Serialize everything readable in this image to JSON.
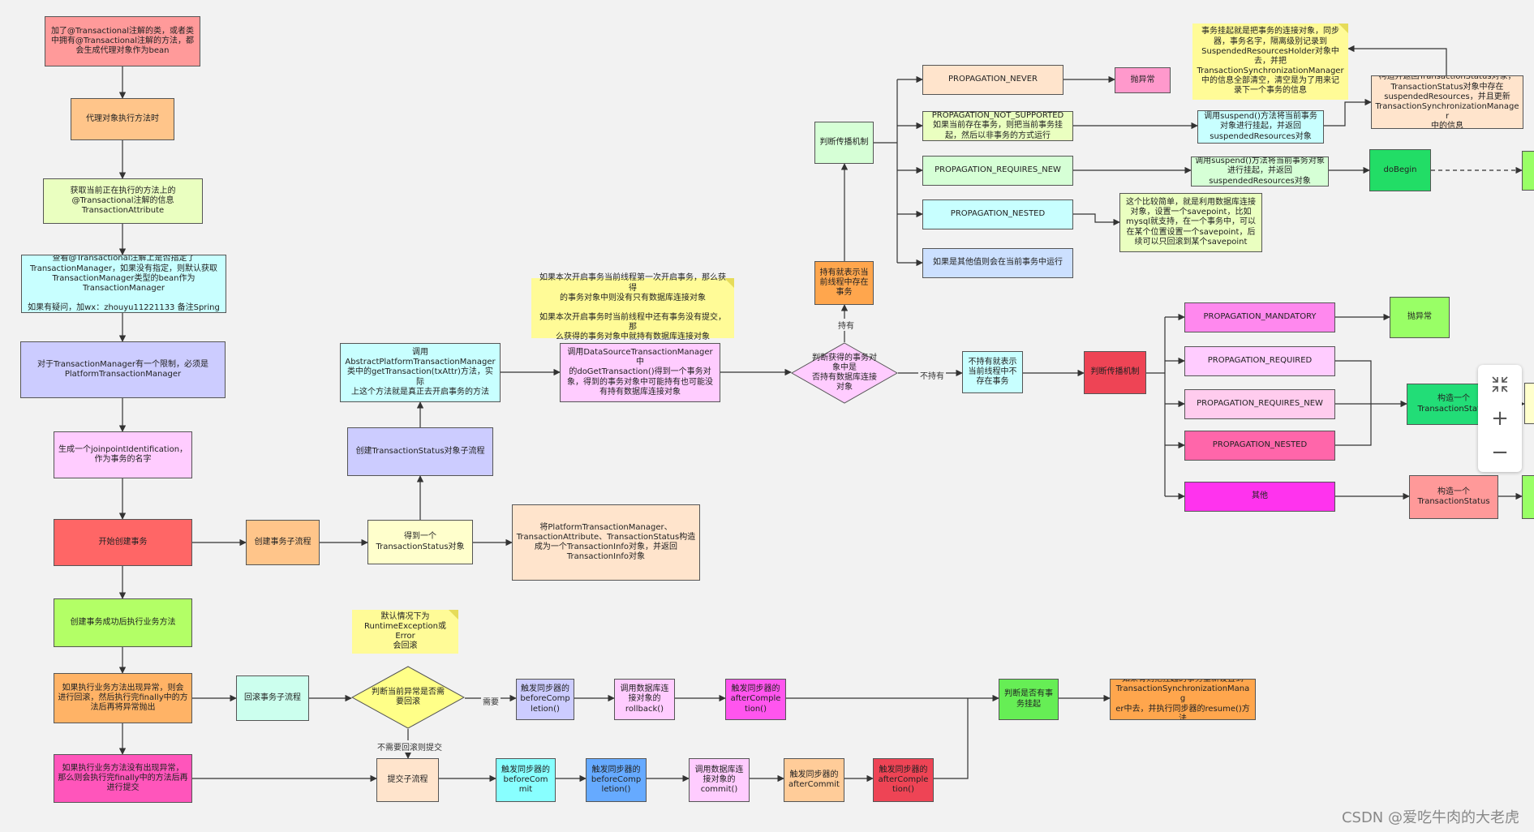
{
  "nodes": [
    {
      "id": "n1",
      "text": "加了@Transactional注解的类，或者类\n中拥有@Transactional注解的方法，都\n会生成代理对象作为bean",
      "fill": "#ff9a9a"
    },
    {
      "id": "n2",
      "text": "代理对象执行方法时",
      "fill": "#ffc58a"
    },
    {
      "id": "n3",
      "text": "获取当前正在执行的方法上的\n@Transactional注解的信息\nTransactionAttribute",
      "fill": "#eaffc0"
    },
    {
      "id": "n4",
      "text": "查看@Transactional注解上是否指定了\nTransactionManager，如果没有指定，则默认获取\nTransactionManager类型的bean作为\nTransactionManager\n\n如果有疑问，加wx：zhouyu11221133 备注Spring",
      "fill": "#c8ffff"
    },
    {
      "id": "n5",
      "text": "对于TransactionManager有一个限制，必须是\nPlatformTransactionManager",
      "fill": "#ccccff"
    },
    {
      "id": "n6",
      "text": "生成一个joinpointIdentification，\n作为事务的名字",
      "fill": "#ffccff"
    },
    {
      "id": "n7",
      "text": "开始创建事务",
      "fill": "#ff6666"
    },
    {
      "id": "n8",
      "text": "创建事务成功后执行业务方法",
      "fill": "#b3ff66"
    },
    {
      "id": "n9",
      "text": "如果执行业务方法出现异常，则会\n进行回滚，然后执行完finally中的方\n法后再将异常抛出",
      "fill": "#ffb366"
    },
    {
      "id": "n10",
      "text": "如果执行业务方法没有出现异常，\n那么则会执行完finally中的方法后再\n进行提交",
      "fill": "#ff55bb"
    },
    {
      "id": "n11",
      "text": "创建事务子流程",
      "fill": "#ffc58a"
    },
    {
      "id": "n12",
      "text": "得到一个\nTransactionStatus对象",
      "fill": "#ffffcc"
    },
    {
      "id": "n13",
      "text": "将PlatformTransactionManager、\nTransactionAttribute、TransactionStatus构造\n成为一个TransactionInfo对象，并返回\nTransactionInfo对象",
      "fill": "#ffe4cc"
    },
    {
      "id": "n14",
      "text": "创建TransactionStatus对象子流程",
      "fill": "#ccccff"
    },
    {
      "id": "n15",
      "text": "调用\nAbstractPlatformTransactionManager\n类中的getTransaction(txAttr)方法，实际\n上这个方法就是真正去开启事务的方法",
      "fill": "#c8ffff"
    },
    {
      "id": "n16",
      "text": "调用DataSourceTransactionManager中\n的doGetTransaction()得到一个事务对\n象，得到的事务对象中可能持有也可能没\n有持有数据库连接对象",
      "fill": "#ffccff"
    },
    {
      "id": "n17",
      "text": "持有就表示当\n前线程中存在\n事务",
      "fill": "#ffa64d"
    },
    {
      "id": "n18",
      "text": "判断传播机制",
      "fill": "#d6ffd6"
    },
    {
      "id": "n19",
      "text": "PROPAGATION_NEVER",
      "fill": "#ffe4cc"
    },
    {
      "id": "n20",
      "text": "抛异常",
      "fill": "#ff99cc"
    },
    {
      "id": "n21",
      "text": "PROPAGATION_NOT_SUPPORTED\n如果当前存在事务，则把当前事务挂\n起，然后以非事务的方式运行",
      "fill": "#eaffc0"
    },
    {
      "id": "n22",
      "text": "调用suspend()方法将当前事务\n对象进行挂起，并返回\nsuspendedResources对象",
      "fill": "#c8ffff"
    },
    {
      "id": "n23",
      "text": "构造并返回TransactionStatus对象，\nTransactionStatus对象中存在\nsuspendedResources，并且更新\nTransactionSynchronizationManager\n中的信息",
      "fill": "#ffe4cc"
    },
    {
      "id": "n24",
      "text": "PROPAGATION_REQUIRES_NEW",
      "fill": "#d6ffd6"
    },
    {
      "id": "n25",
      "text": "调用suspend()方法将当前事务对象\n进行挂起，并返回\nsuspendedResources对象",
      "fill": "#d6ffd6"
    },
    {
      "id": "n26",
      "text": "doBegin",
      "fill": "#22dd66"
    },
    {
      "id": "n27",
      "text": "PROPAGATION_NESTED",
      "fill": "#c8ffff"
    },
    {
      "id": "n28",
      "text": "这个比较简单，就是利用数据库连接\n对象，设置一个savepoint，比如\nmysql就支持，在一个事务中，可以\n在某个位置设置一个savepoint，后\n续可以只回滚到某个savepoint",
      "fill": "#eaffc0"
    },
    {
      "id": "n29",
      "text": "如果是其他值则会在当前事务中运行",
      "fill": "#cce0ff"
    },
    {
      "id": "n30",
      "text": "不持有就表示\n当前线程中不\n存在事务",
      "fill": "#c8ffff"
    },
    {
      "id": "n31",
      "text": "判断传播机制",
      "fill": "#ee4455"
    },
    {
      "id": "n32",
      "text": "PROPAGATION_MANDATORY",
      "fill": "#ff88ee"
    },
    {
      "id": "n33",
      "text": "抛异常",
      "fill": "#99ff66"
    },
    {
      "id": "n34",
      "text": "PROPAGATION_REQUIRED",
      "fill": "#ffccff"
    },
    {
      "id": "n35",
      "text": "PROPAGATION_REQUIRES_NEW",
      "fill": "#ffccee"
    },
    {
      "id": "n36",
      "text": "PROPAGATION_NESTED",
      "fill": "#ff66aa"
    },
    {
      "id": "n37",
      "text": "其他",
      "fill": "#ff33ee"
    },
    {
      "id": "n38",
      "text": "构造一个\nTransactionStatus",
      "fill": "#22dd77"
    },
    {
      "id": "n39",
      "text": "构造一个\nTransactionStatus",
      "fill": "#ff9999"
    },
    {
      "id": "n40",
      "text": "回滚事务子流程",
      "fill": "#ccffee"
    },
    {
      "id": "n41",
      "text": "触发同步器的\nbeforeComp\nletion()",
      "fill": "#ccccff"
    },
    {
      "id": "n42",
      "text": "调用数据库连\n接对象的\nrollback()",
      "fill": "#ffccff"
    },
    {
      "id": "n43",
      "text": "触发同步器的\nafterComple\ntion()",
      "fill": "#ff55ee"
    },
    {
      "id": "n44",
      "text": "判断是否有事\n务挂起",
      "fill": "#66ee55"
    },
    {
      "id": "n45",
      "text": "如果有则把挂起的事务重新设置到\nTransactionSynchronizationManag\ner中去，并执行同步器的resume()方\n法",
      "fill": "#ffa64d"
    },
    {
      "id": "n46",
      "text": "提交子流程",
      "fill": "#ffe4cc"
    },
    {
      "id": "n47",
      "text": "触发同步器的\nbeforeCom\nmit",
      "fill": "#88ffff"
    },
    {
      "id": "n48",
      "text": "触发同步器的\nbeforeComp\nletion()",
      "fill": "#66aaff"
    },
    {
      "id": "n49",
      "text": "调用数据库连\n接对象的\ncommit()",
      "fill": "#ffccff"
    },
    {
      "id": "n50",
      "text": "触发同步器的\nafterCommit",
      "fill": "#ffcc99"
    },
    {
      "id": "n51",
      "text": "触发同步器的\nafterComple\ntion()",
      "fill": "#ee4455"
    },
    {
      "id": "n52",
      "text": "",
      "fill": "#99ff66"
    },
    {
      "id": "n53",
      "text": "",
      "fill": "#ffffcc"
    },
    {
      "id": "n54",
      "text": "",
      "fill": "#99ff66"
    }
  ],
  "diamonds": [
    {
      "id": "d1",
      "text": "判断获得的事务对象中是\n否持有数据库连接对象",
      "fill": "#ffccff"
    },
    {
      "id": "d2",
      "text": "判断当前异常是否需要回滚",
      "fill": "#ffff88"
    }
  ],
  "notes": [
    {
      "id": "note1",
      "text": "事务挂起就是把事务的连接对象，同步\n器，事务名字，隔离级别记录到\nSuspendedResourcesHolder对象中\n去，并把\nTransactionSynchronizationManager\n中的信息全部清空，清空是为了用来记\n录下一个事务的信息"
    },
    {
      "id": "note2",
      "text": "如果本次开启事务当前线程第一次开启事务，那么获得\n的事务对象中则没有只有数据库连接对象\n\n如果本次开启事务时当前线程中还有事务没有提交，那\n么获得的事务对象中就持有数据库连接对象"
    },
    {
      "id": "note3",
      "text": "默认情况下为\nRuntimeException或Error\n会回滚"
    }
  ],
  "edge_labels": [
    {
      "id": "l1",
      "text": "持有"
    },
    {
      "id": "l2",
      "text": "不持有"
    },
    {
      "id": "l3",
      "text": "需要"
    },
    {
      "id": "l4",
      "text": "不需要回滚则提交"
    }
  ],
  "zoom_controls": {
    "fit_icon": "fit-screen-icon",
    "zoom_in": "+",
    "zoom_out": "−"
  },
  "watermark": "CSDN @爱吃牛肉的大老虎"
}
